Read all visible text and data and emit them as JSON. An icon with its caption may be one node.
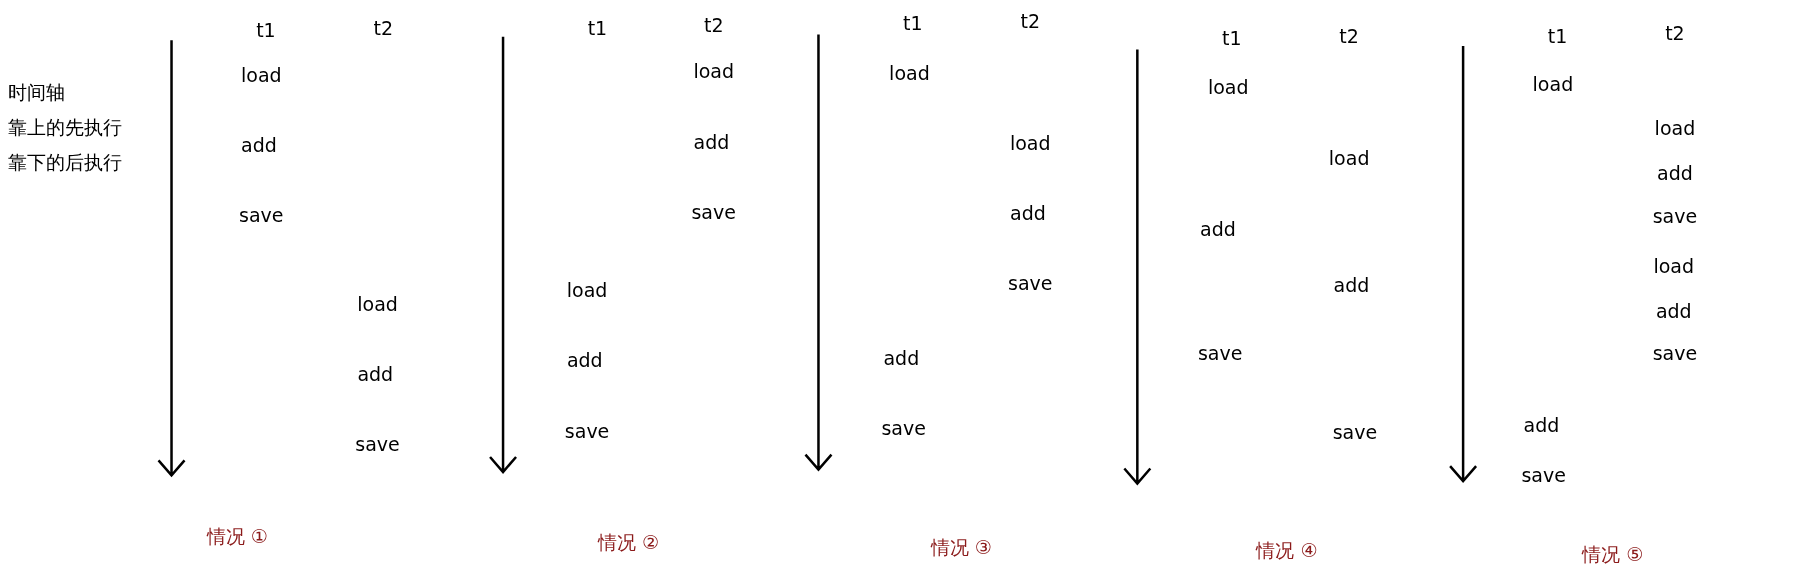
{
  "diagram": {
    "labels": [
      "时间轴",
      "靠上的先执行",
      "靠下的后执行",
      "t1",
      "t2",
      "load",
      "add",
      "save",
      "load",
      "add",
      "save",
      "情况 ①",
      "t1",
      "t2",
      "load",
      "add",
      "save",
      "load",
      "add",
      "save",
      "情况 ②",
      "t1",
      "t2",
      "load",
      "load",
      "add",
      "save",
      "add",
      "save",
      "情况 ③",
      "t1",
      "t2",
      "load",
      "load",
      "add",
      "add",
      "save",
      "save",
      "情况 ④",
      "t1",
      "t2",
      "load",
      "load",
      "add",
      "save",
      "load",
      "add",
      "save",
      "add",
      "save",
      "情况 ⑤"
    ]
  }
}
